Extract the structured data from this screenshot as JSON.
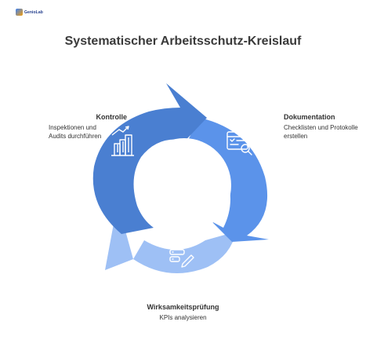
{
  "brand": {
    "logo_text": "GenioLab"
  },
  "title": "Systematischer Arbeitsschutz-Kreislauf",
  "stages": [
    {
      "heading": "Kontrolle",
      "description": "Inspektionen und Audits durchführen",
      "icon": "bar-chart-icon",
      "color": "#4a7fd1"
    },
    {
      "heading": "Dokumentation",
      "description": "Checklisten und Protokolle erstellen",
      "icon": "checklist-document-icon",
      "color": "#5b93ea"
    },
    {
      "heading": "Wirksamkeitsprüfung",
      "description": "KPIs analysieren",
      "icon": "list-edit-icon",
      "color": "#9ec0f5"
    }
  ]
}
